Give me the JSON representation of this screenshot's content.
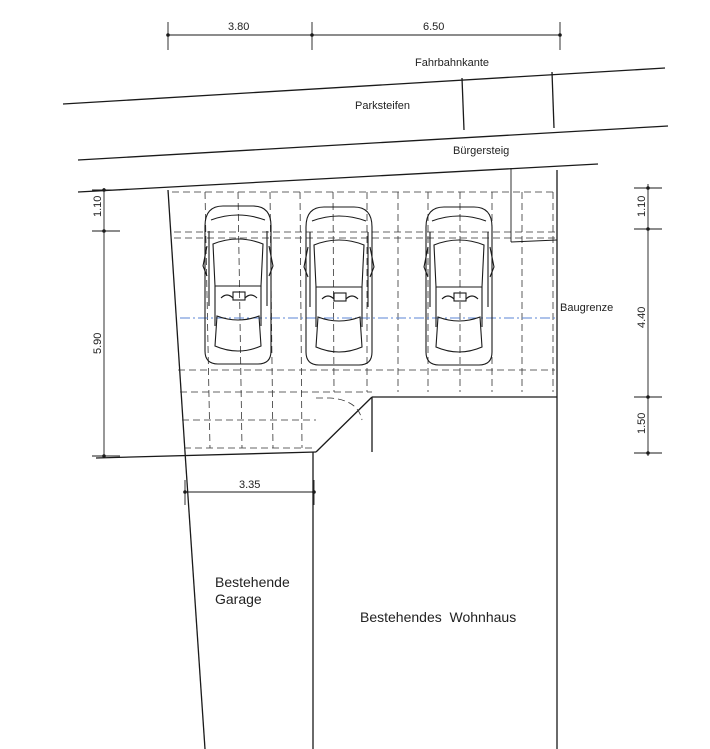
{
  "dimensions": {
    "top_left": "3.80",
    "top_right": "6.50",
    "garage_width": "3.35",
    "left_setback": "1.10",
    "left_depth": "5.90",
    "right_setback": "1.10",
    "right_depth": "4.40",
    "right_bottom": "1.50"
  },
  "labels": {
    "road_edge": "Fahrbahnkante",
    "parking_strip": "Parksteifen",
    "sidewalk": "Bürgersteig",
    "building_line": "Baugrenze",
    "garage_line1": "Bestehende",
    "garage_line2": "Garage",
    "house": "Bestehendes  Wohnhaus"
  },
  "colors": {
    "building_line": "#5b86d6"
  }
}
